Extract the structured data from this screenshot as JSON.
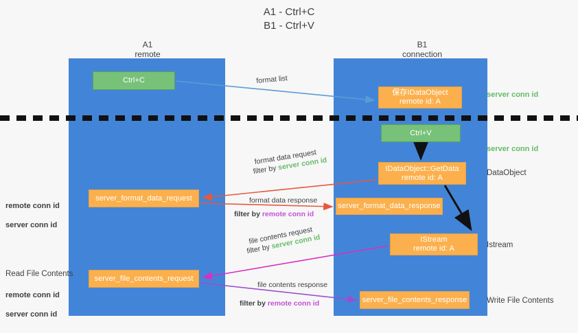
{
  "title": "A1 - Ctrl+C\nB1 - Ctrl+V",
  "lanes": {
    "a": {
      "header": "A1\nremote",
      "color": "#4285d8"
    },
    "b": {
      "header": "B1\nconnection",
      "color": "#4285d8"
    }
  },
  "colors": {
    "lane": "#4285d8",
    "green_node": "#77c178",
    "orange_node": "#fbb04d",
    "server_conn": "#66bb6a",
    "remote_conn": "#c451d6",
    "arrow_blue": "#5b9bd5",
    "arrow_red": "#e8573f",
    "arrow_magenta": "#d92fc0",
    "arrow_purple": "#9b4fd0",
    "arrow_black": "#111111",
    "background": "#f7f7f7"
  },
  "nodes": {
    "ctrl_c": "Ctrl+C",
    "idataobject": "保存IDataObject\nremote id: A",
    "ctrl_v": "Ctrl+V",
    "getdata": "IDataObject::GetData\nremote id: A",
    "server_format_data_request": "server_format_data_request",
    "server_format_data_response": "server_format_data_response",
    "istream": "IStream\nremote id: A",
    "server_file_contents_request": "server_file_contents_request",
    "server_file_contents_response": "server_file_contents_response"
  },
  "tags": {
    "server_conn_id_1": "server conn id",
    "server_conn_id_2": "server conn id",
    "left_pair_1": "remote conn id\nserver conn id",
    "left_pair_2": "remote conn id\nserver conn id"
  },
  "side_labels": {
    "dataobject": "DataObject",
    "istream": "Istream",
    "write_file_contents": "Write File Contents",
    "read_file_contents": "Read File Contents"
  },
  "flows": {
    "format_list": "format list",
    "format_data_request": "format data request",
    "format_data_request_filter_prefix": "filter by ",
    "format_data_request_filter_value": "server conn id",
    "format_data_response": "format data response",
    "format_data_response_filter_prefix": "filter by ",
    "format_data_response_filter_value": "remote conn id",
    "file_contents_request": "file contents request",
    "file_contents_request_filter_prefix": "filter by ",
    "file_contents_request_filter_value": "server conn id",
    "file_contents_response": "file contents response",
    "file_contents_response_filter_prefix": "filter by ",
    "file_contents_response_filter_value": "remote conn id"
  }
}
